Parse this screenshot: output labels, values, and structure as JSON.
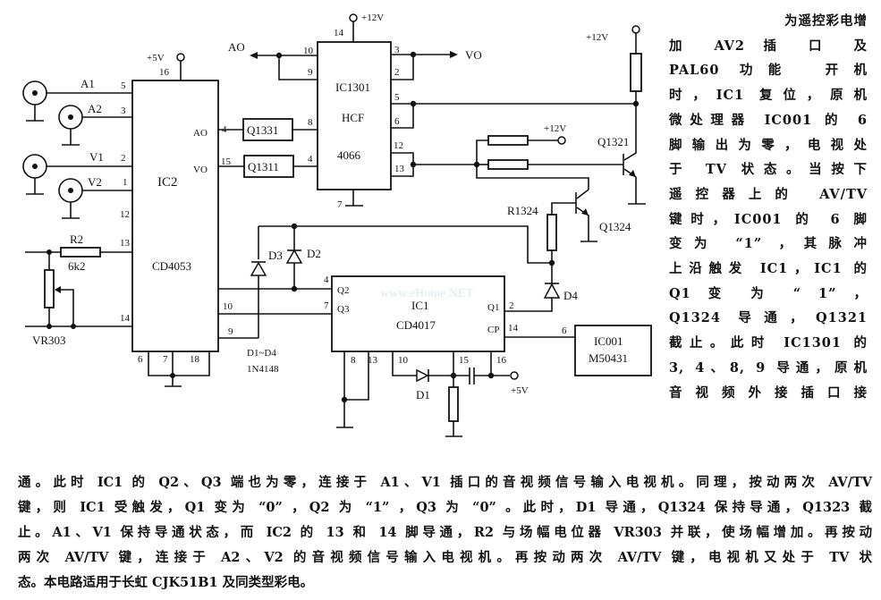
{
  "title": "为遥控彩电增加 AV2 插口及 PAL60 功能",
  "schematic": {
    "supplies": {
      "v5": "+5V",
      "v12": "+12V"
    },
    "jacks": [
      "A1",
      "A2",
      "V1",
      "V2"
    ],
    "ic2": {
      "name": "IC2",
      "part": "CD4053",
      "pins": {
        "p16": "16",
        "p5": "5",
        "p3": "3",
        "p2": "2",
        "p1": "1",
        "p12": "12",
        "p13": "13",
        "p14": "14",
        "p4": "4",
        "p15": "15",
        "p10": "10",
        "p9": "9",
        "p6": "6",
        "p7": "7",
        "p18": "18"
      },
      "ao": "AO",
      "vo": "VO"
    },
    "q1331": "Q1331",
    "q1311": "Q1311",
    "ic1301": {
      "name": "IC1301",
      "mfr": "HCF",
      "part": "4066",
      "pins": {
        "p14": "14",
        "p10": "10",
        "p9": "9",
        "p8": "8",
        "p4": "4",
        "p7": "7",
        "p3": "3",
        "p2": "2",
        "p5": "5",
        "p6": "6",
        "p12": "12",
        "p13": "13"
      }
    },
    "ao_out": "AO",
    "vo_out": "VO",
    "q1321": "Q1321",
    "q1324": "Q1324",
    "r1324": "R1324",
    "r2": {
      "name": "R2",
      "value": "6k2"
    },
    "vr303": "VR303",
    "diodes": {
      "d1": "D1",
      "d2": "D2",
      "d3": "D3",
      "d4": "D4",
      "note_range": "D1~D4",
      "note_part": "1N4148"
    },
    "ic1": {
      "name": "IC1",
      "part": "CD4017",
      "q1": "Q1",
      "q2": "Q2",
      "q3": "Q3",
      "cp": "CP",
      "pins": {
        "p4": "4",
        "p7": "7",
        "p2": "2",
        "p14": "14",
        "p8": "8",
        "p13": "13",
        "p10": "10",
        "p15": "15",
        "p16": "16"
      }
    },
    "ic001": {
      "name": "IC001",
      "part": "M50431",
      "pin": "6"
    },
    "watermark": "www.eHome.NET"
  },
  "side_text": [
    "为遥控彩电增",
    "加 AV2 插 口 及",
    "PAL60 功能　开机",
    "时，IC1 复位，原机",
    "微处理器 IC001 的 6",
    "脚输出为零，电视处",
    "于 TV 状态。当按下",
    "遥控器上的 AV/TV",
    "键时，IC001 的 6 脚",
    "变为 “1” ，其脉冲",
    "上沿触发 IC1，IC1 的",
    "Q1 变 为 “ 1” ，",
    "Q1324 导通，Q1321",
    "截止。此时 IC1301 的",
    "3, 4、8, 9 导通，原机",
    "音视频外接插口接"
  ],
  "bottom_text": [
    "通。此时 IC1 的 Q2、Q3 端也为零，连接于 A1、V1 插口的音视频信号输入电视机。同理，按动两次 AV/TV",
    "键，则 IC1 受触发，Q1 变为 “0” ，Q2 为 “1” ，Q3 为 “0” 。此时，D1 导通，Q1324 保持导通，Q1323 截",
    "止。A1、V1 保持导通状态，而 IC2 的 13 和 14 脚导通，R2 与场幅电位器 VR303 并联，使场幅增加。再按动",
    "两次 AV/TV 键，连接于 A2、V2 的音视频信号输入电视机。再按动两次 AV/TV 键，电视机又处于 TV 状",
    "态。本电路适用于长虹 CJK51B1 及同类型彩电。"
  ]
}
